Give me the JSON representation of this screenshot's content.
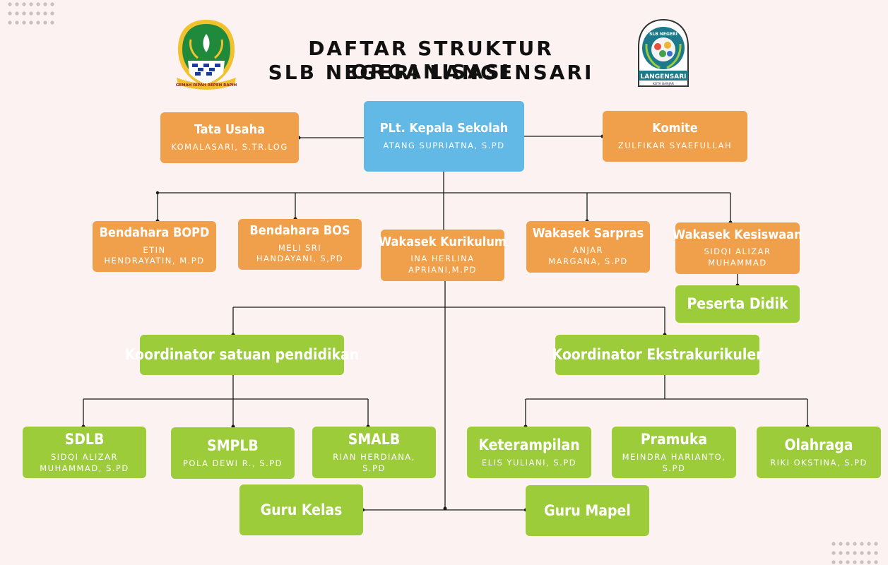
{
  "header": {
    "title_line1": "DAFTAR STRUKTUR ORGANISASI",
    "title_line2": "SLB NEGERI LANGENSARI"
  },
  "logos": {
    "left": {
      "icon": "jawa-barat-emblem",
      "banner_text": "GEMAH RIPAH REPEH RAPIH"
    },
    "right": {
      "icon": "slb-negeri-langensari-logo",
      "top_text": "SLB NEGERI",
      "name": "LANGENSARI",
      "sub": "KOTA BANJAR"
    }
  },
  "nodes": {
    "kepala": {
      "title": "PLt. Kepala Sekolah",
      "name": "ATANG SUPRIATNA, S.PD"
    },
    "tata_usaha": {
      "title": "Tata Usaha",
      "name": "KOMALASARI, S.TR.LOG"
    },
    "komite": {
      "title": "Komite",
      "name": "ZULFIKAR SYAEFULLAH"
    },
    "bendahara_bopd": {
      "title": "Bendahara BOPD",
      "name_l1": "ETIN",
      "name_l2": "HENDRAYATIN, M.PD"
    },
    "bendahara_bos": {
      "title": "Bendahara BOS",
      "name_l1": "MELI SRI",
      "name_l2": "HANDAYANI, S,PD"
    },
    "wakasek_kurikulum": {
      "title": "Wakasek Kurikulum",
      "name_l1": "INA HERLINA",
      "name_l2": "APRIANI,M.PD"
    },
    "wakasek_sarpras": {
      "title": "Wakasek Sarpras",
      "name_l1": "ANJAR",
      "name_l2": "MARGANA, S.PD"
    },
    "wakasek_kesiswaan": {
      "title": "Wakasek Kesiswaan",
      "name_l1": "SIDQI ALIZAR",
      "name_l2": "MUHAMMAD"
    },
    "peserta_didik": {
      "title": "Peserta Didik"
    },
    "koordinator_satuan": {
      "title": "Koordinator satuan pendidikan"
    },
    "koordinator_ekstra": {
      "title": "Koordinator Ekstrakurikuler"
    },
    "sdlb": {
      "title": "SDLB",
      "name_l1": "SIDQI ALIZAR",
      "name_l2": "MUHAMMAD, S.PD"
    },
    "smplb": {
      "title": "SMPLB",
      "name_l1": "POLA DEWI R., S.PD"
    },
    "smalb": {
      "title": "SMALB",
      "name_l1": "RIAN HERDIANA,",
      "name_l2": "S.PD"
    },
    "keterampilan": {
      "title": "Keterampilan",
      "name_l1": "ELIS YULIANI, S.PD"
    },
    "pramuka": {
      "title": "Pramuka",
      "name_l1": "MEINDRA HARIANTO,",
      "name_l2": "S.PD"
    },
    "olahraga": {
      "title": "Olahraga",
      "name_l1": "RIKI OKSTINA, S.PD"
    },
    "guru_kelas": {
      "title": "Guru Kelas"
    },
    "guru_mapel": {
      "title": "Guru Mapel"
    }
  },
  "colors": {
    "background": "#fdf2f2",
    "head": "#62b9e6",
    "staff": "#f0a04b",
    "unit": "#9ccc3a",
    "line": "#1a1a1a"
  }
}
